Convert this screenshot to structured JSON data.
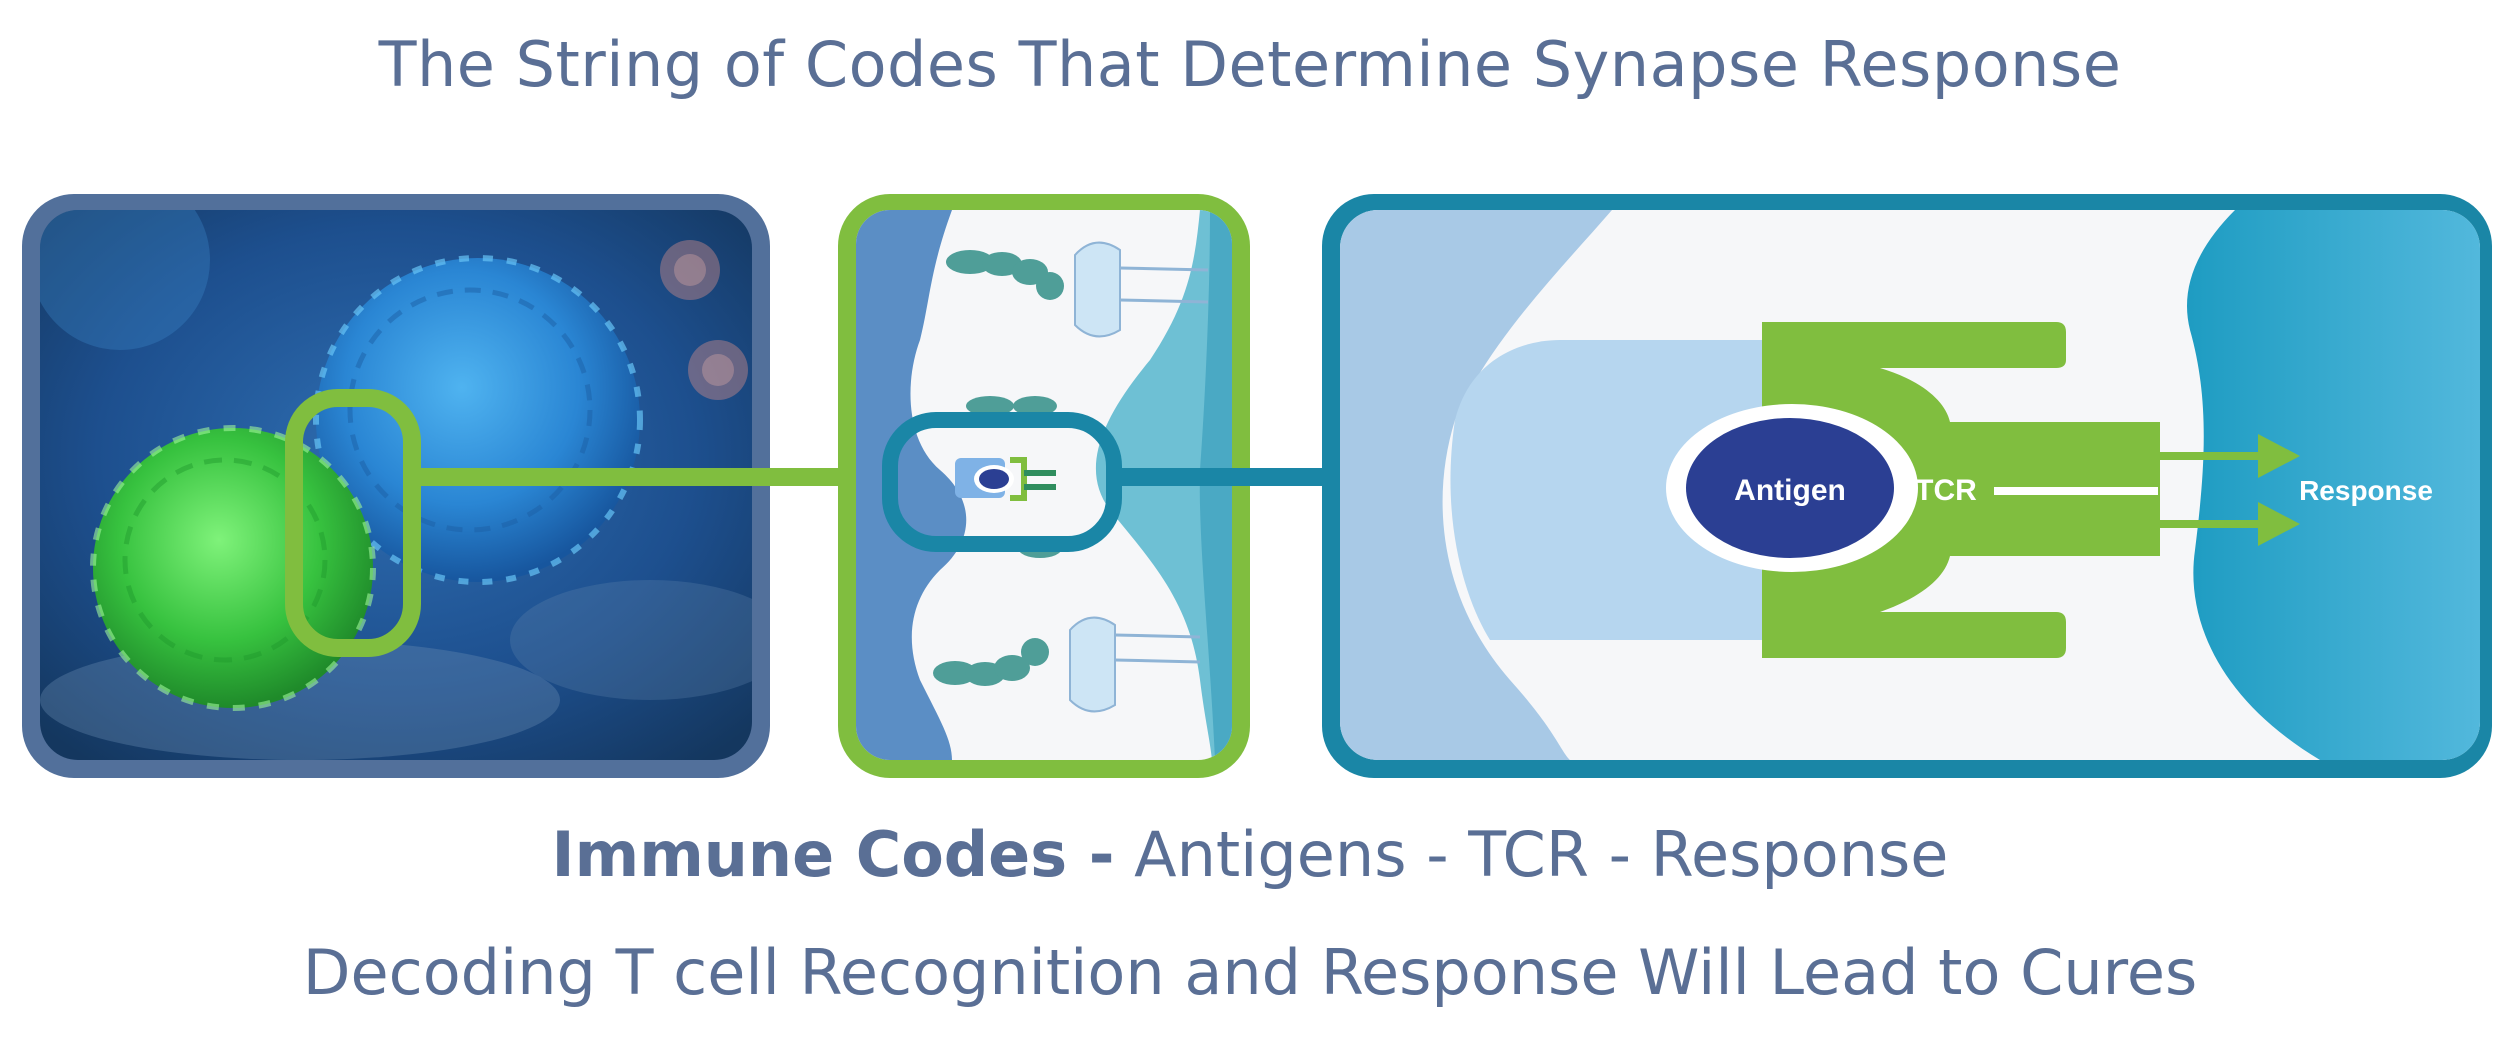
{
  "title": "The String of Codes That Determine Synapse Response",
  "subtitle": {
    "bold": "Immune Codes -",
    "rest": " Antigens - TCR - Response"
  },
  "tagline": "Decoding T cell Recognition and Response Will Lead to Cures",
  "diagram": {
    "antigen_label": "Antigen",
    "tcr_label": "TCR",
    "response_label": "Response"
  },
  "colors": {
    "slate_blue": "#5a6f95",
    "green": "#80be3f",
    "teal": "#1a86a6",
    "navy": "#2b3f93",
    "light_blue": "#b3d3ec"
  }
}
